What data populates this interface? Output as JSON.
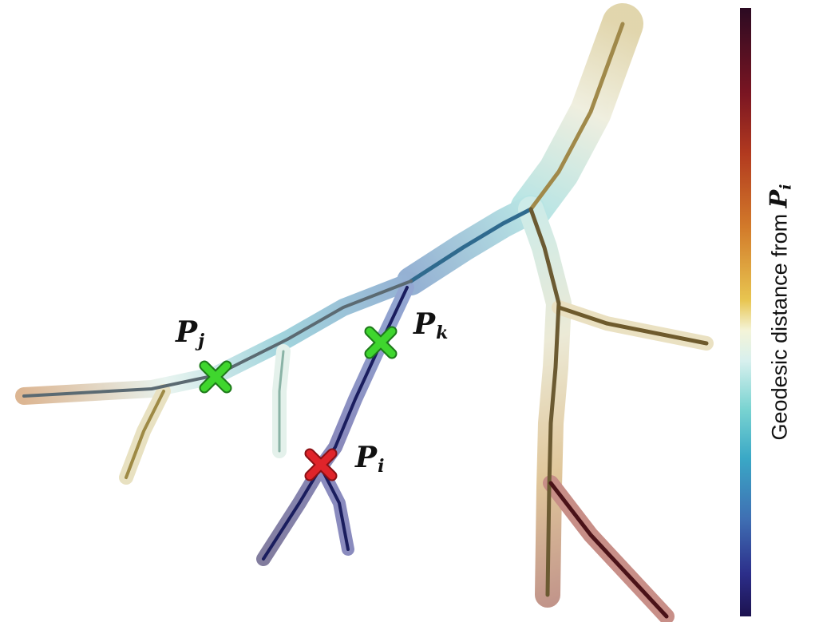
{
  "labels": {
    "pj": {
      "base": "P",
      "sub": "j"
    },
    "pk": {
      "base": "P",
      "sub": "k"
    },
    "pi": {
      "base": "P",
      "sub": "i"
    }
  },
  "colorbar": {
    "label_text": "Geodesic distance from ",
    "label_var": {
      "base": "P",
      "sub": "i"
    }
  },
  "colors": {
    "point_i_marker": "#e0242a",
    "point_jk_marker": "#3fd62e",
    "near_color": "#1c124f",
    "mid_color": "#f4f4d8",
    "far_color": "#2b0a22"
  }
}
